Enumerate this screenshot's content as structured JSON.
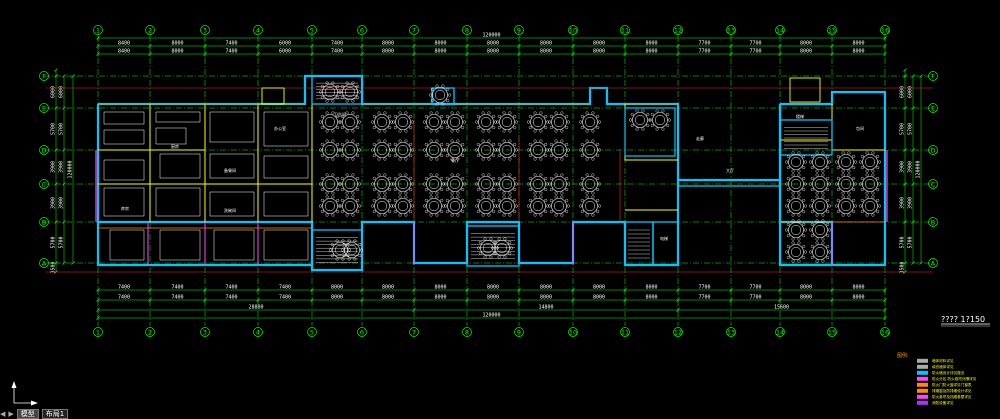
{
  "drawing": {
    "title": "???? 1?150",
    "column_labels": [
      "1",
      "2",
      "3",
      "4",
      "5",
      "6",
      "7",
      "8",
      "9",
      "10",
      "11",
      "12",
      "13",
      "14",
      "15",
      "16"
    ],
    "row_labels": [
      "F",
      "E",
      "D",
      "C",
      "B",
      "A"
    ],
    "total_dim": "120000",
    "top_span_dims": [
      "8400",
      "8000",
      "7400",
      "6000",
      "7400",
      "8000",
      "8000",
      "8000",
      "8000",
      "8000",
      "8000",
      "7700",
      "7700",
      "8000",
      "8000"
    ],
    "bottom_span_dims": [
      "7400",
      "7400",
      "7400",
      "7400",
      "8000",
      "8000",
      "8000",
      "8000",
      "8000",
      "8000",
      "8000",
      "7700",
      "7700",
      "8000",
      "8000"
    ],
    "bottom_group_dims": [
      "28800",
      "14800",
      "15600"
    ],
    "left_dims": [
      "6000",
      "5700",
      "3900",
      "3900",
      "5700",
      "3500"
    ],
    "room_labels": {
      "kitchen": "厨房",
      "dining": "餐厅",
      "hall": "大厅",
      "stair": "楼梯",
      "toilet": "卫生间",
      "storage": "库房",
      "office": "办公室",
      "corridor": "走廊",
      "dish": "洗碗间",
      "prep": "备餐间",
      "elevator": "电梯",
      "private_room": "包间"
    }
  },
  "legend": {
    "title": "图例:",
    "items": [
      {
        "color": "#aaaaaa",
        "text": "墙体材料详见"
      },
      {
        "color": "#aaaaaa",
        "text": "填充墙体详见"
      },
      {
        "color": "#00c8ff",
        "text": "防火墙设计详见做法"
      },
      {
        "color": "#ff44ff",
        "text": "防火分区  防火卷帘分隔详见"
      },
      {
        "color": "#ff8c00",
        "text": "防火门防火窗详见门窗表"
      },
      {
        "color": "#ff8c00",
        "text": "排烟窗及防排烟设计详见"
      },
      {
        "color": "#ff44ff",
        "text": "防火卷帘及挡烟垂壁详见"
      },
      {
        "color": "#aa33ff",
        "text": "消防设备详见"
      }
    ]
  },
  "tabs": {
    "nav_prev": "◀",
    "nav_next": "▶",
    "model": "模型",
    "layout1": "布局1"
  },
  "colors": {
    "grid": "#00ff00",
    "wall": "#00c8ff",
    "partition": "#ffff00",
    "fire": "#ff8c00",
    "pink": "#ff44ff",
    "red": "#ff2020",
    "table": "#ffffff",
    "furniture": "#ffffff"
  }
}
